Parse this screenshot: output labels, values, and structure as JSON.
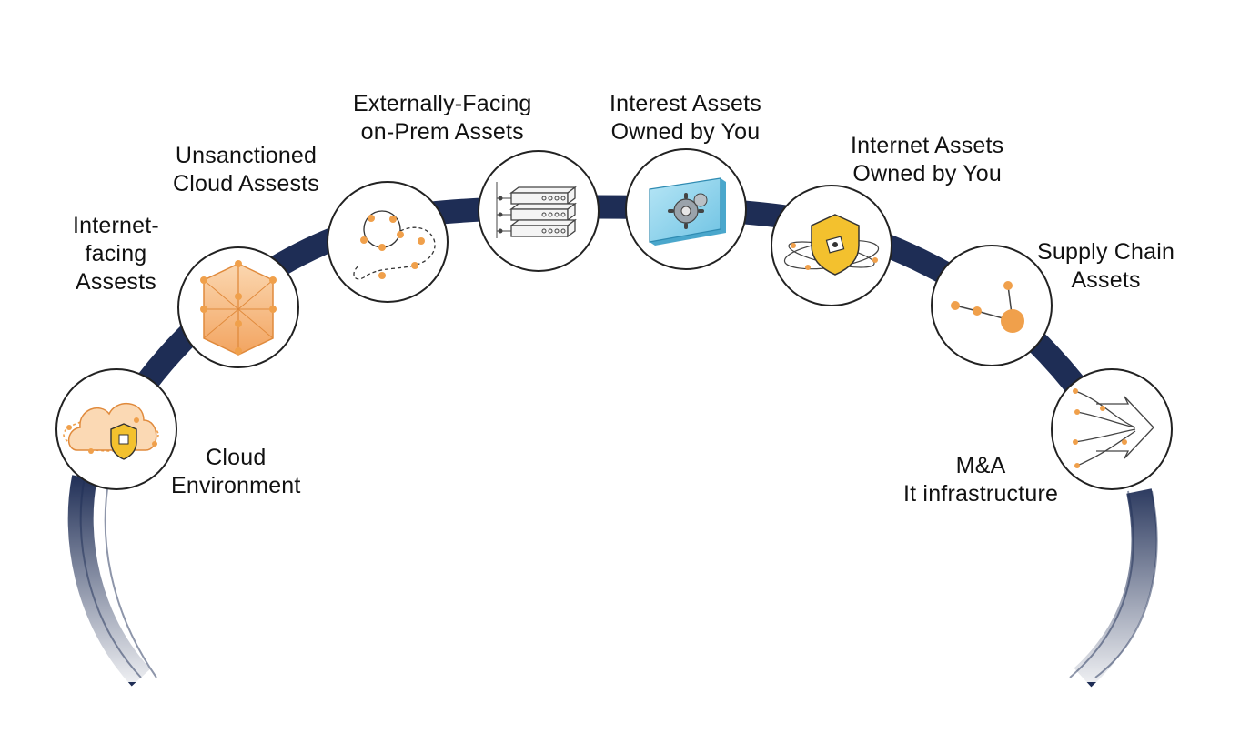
{
  "colors": {
    "arc": "#1e2d55",
    "accent": "#f0a04b",
    "accent_fill": "#f9cfa2",
    "shield": "#f3c12e",
    "panel": "#8fd3ec",
    "node_ring": "#222222"
  },
  "nodes": [
    {
      "id": "cloud",
      "icon": "cloud-shield-icon",
      "label": [
        "Cloud",
        "Environment"
      ]
    },
    {
      "id": "internet-facing",
      "icon": "isometric-cubes-icon",
      "label": [
        "Internet-",
        "facing",
        "Assests"
      ]
    },
    {
      "id": "unsanctioned",
      "icon": "orbit-network-icon",
      "label": [
        "Unsanctioned",
        "Cloud Assests"
      ]
    },
    {
      "id": "on-prem",
      "icon": "server-rack-icon",
      "label": [
        "Externally-Facing",
        "on-Prem Assets"
      ]
    },
    {
      "id": "interest",
      "icon": "gear-panel-icon",
      "label": [
        "Interest Assets",
        "Owned by You"
      ]
    },
    {
      "id": "internet-owned",
      "icon": "shield-orbit-icon",
      "label": [
        "Internet Assets",
        "Owned by You"
      ]
    },
    {
      "id": "supply-chain",
      "icon": "node-graph-icon",
      "label": [
        "Supply Chain",
        "Assets"
      ]
    },
    {
      "id": "mna",
      "icon": "merge-arrow-icon",
      "label": [
        "M&A",
        "It infrastructure"
      ]
    }
  ]
}
